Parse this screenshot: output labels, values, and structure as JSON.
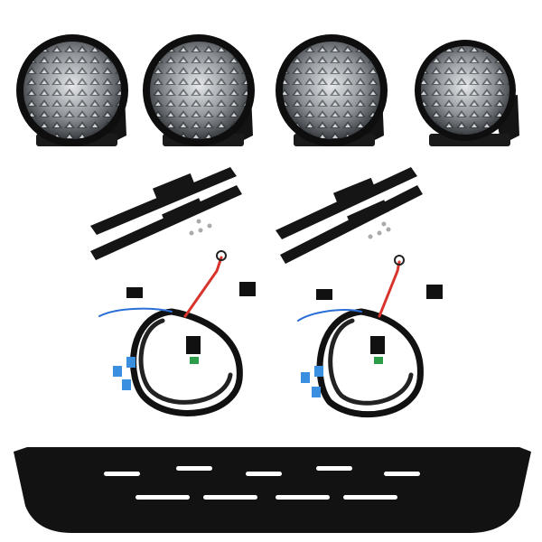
{
  "colors": {
    "background": "#ffffff",
    "housing": "#111111",
    "lens": "#9a9ea4",
    "wire_red": "#d9342b",
    "wire_blue": "#2a6fd6",
    "connector_blue": "#3b8fe0",
    "fuse_green": "#2e9d4a"
  },
  "items": {
    "lights_count": 4,
    "bracket_sets": 2,
    "harness_count": 2,
    "mount_bar_count": 1
  }
}
